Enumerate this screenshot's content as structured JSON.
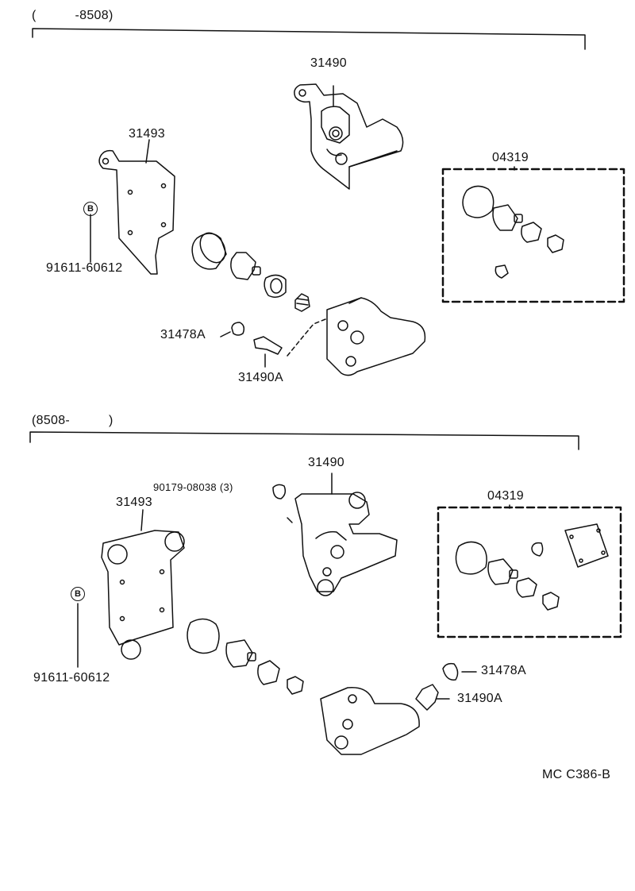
{
  "sections": [
    {
      "range": "(　　　-8508)",
      "labels": {
        "cylinder": "31490",
        "bracket": "31493",
        "bolt_marker": "B",
        "bolt": "91611-60612",
        "kit": "04319",
        "cap": "31478A",
        "bleeder": "31490A"
      }
    },
    {
      "range": "(8508-　　　)",
      "labels": {
        "cylinder": "31490",
        "bracket": "31493",
        "bolt_marker": "B",
        "bolt": "91611-60612",
        "kit": "04319",
        "cap": "31478A",
        "bleeder": "31490A",
        "nut": "90179-08038 (3)"
      }
    }
  ],
  "footer": {
    "code": "MC C386-B"
  }
}
